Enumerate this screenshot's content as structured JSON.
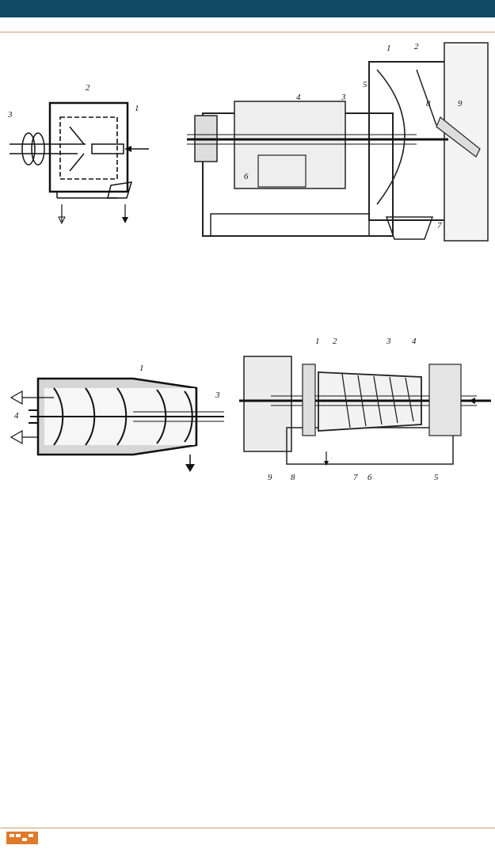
{
  "figures": [
    {
      "name": "centrifuge-scheme-1",
      "callouts": [
        "1",
        "2",
        "3"
      ]
    },
    {
      "name": "centrifuge-section-1",
      "callouts": [
        "1",
        "2",
        "3",
        "4",
        "5",
        "6",
        "7",
        "8",
        "9"
      ]
    },
    {
      "name": "decanter-scheme",
      "callouts": [
        "1",
        "3",
        "4"
      ]
    },
    {
      "name": "decanter-section",
      "callouts": [
        "1",
        "2",
        "3",
        "4",
        "5",
        "6",
        "7",
        "8",
        "9"
      ]
    }
  ],
  "colors": {
    "header": "#0e4a63",
    "rule": "#c8a070",
    "logo": "#e07a2a"
  }
}
